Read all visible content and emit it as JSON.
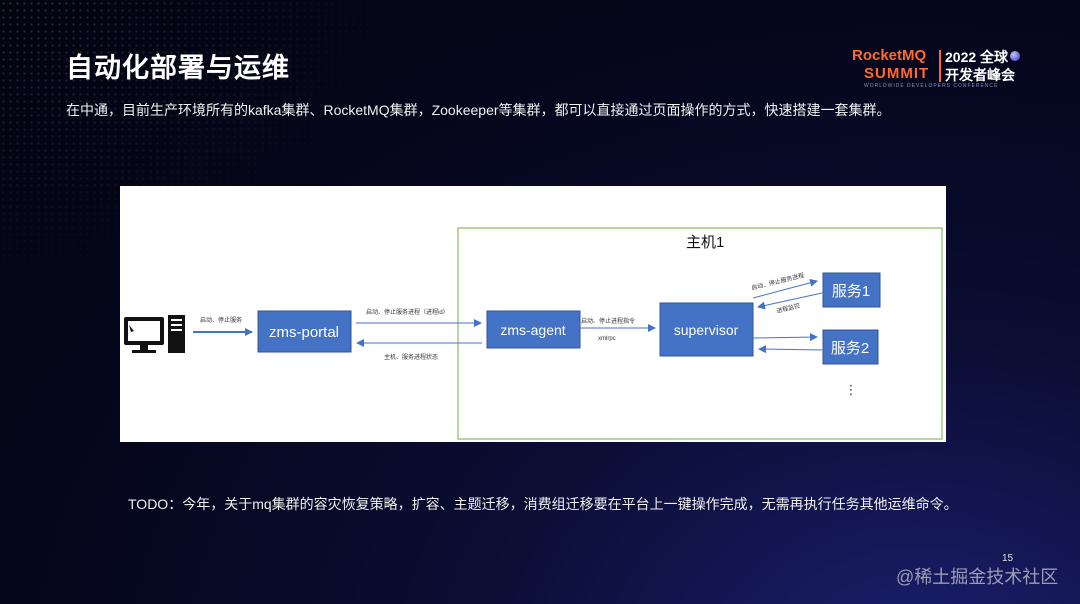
{
  "slide": {
    "title": "自动化部署与运维",
    "subtitle": "在中通，目前生产环境所有的kafka集群、RocketMQ集群，Zookeeper等集群，都可以直接通过页面操作的方式，快速搭建一套集群。",
    "todo": "TODO：今年，关于mq集群的容灾恢复策略，扩容、主题迁移，消费组迁移要在平台上一键操作完成，无需再执行任务其他运维命令。",
    "page_number": "15",
    "watermark": "@稀土掘金技术社区"
  },
  "logo": {
    "brand_line1": "RocketMQ",
    "brand_line2": "SUMMIT",
    "year_line": "2022 全球",
    "event_line": "开发者峰会",
    "tagline": "WORLDWIDE DEVELOPERS CONFERENCE"
  },
  "diagram": {
    "host_label": "主机1",
    "nodes": {
      "portal": "zms-portal",
      "agent": "zms-agent",
      "supervisor": "supervisor",
      "service1": "服务1",
      "service2": "服务2",
      "ellipsis": "⋮"
    },
    "edges": {
      "client_to_portal": "启动、停止服务",
      "portal_to_agent": "启动、停止服务进程（进程id）",
      "agent_to_portal": "主机、服务进程状态",
      "agent_to_supervisor": "启动、停止进程指令",
      "agent_to_supervisor_protocol": "xmlrpc",
      "supervisor_to_service": "启动、停止服务进程",
      "service_to_supervisor": "进程监控"
    },
    "colors": {
      "box_fill": "#4472c4",
      "box_border": "#2f5597",
      "host_border": "#70ad47",
      "arrow": "#4472c4"
    }
  }
}
